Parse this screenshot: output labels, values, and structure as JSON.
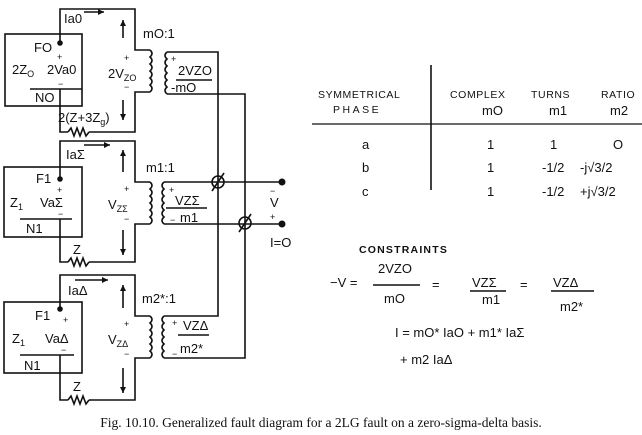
{
  "networks": [
    {
      "terminal": "FO",
      "impedance": "2Z",
      "impedance_sub": "O",
      "voltage": "2Va0",
      "neutral": "NO",
      "current": "Ia0",
      "winding_voltage": "2V",
      "winding_voltage_sub": "ZO",
      "ratio": "mO:1",
      "grounding": "2(Z+3Z",
      "grounding_sub": "g",
      "grounding_end": ")",
      "secondary_num": "2VZO",
      "secondary_den": "-mO"
    },
    {
      "terminal": "F1",
      "impedance": "Z",
      "impedance_sub": "1",
      "voltage": "VaΣ",
      "neutral": "N1",
      "current": "IaΣ",
      "winding_voltage": "V",
      "winding_voltage_sub": "ZΣ",
      "ratio": "m1:1",
      "grounding": "Z",
      "secondary_num": "VZΣ",
      "secondary_den": "m1"
    },
    {
      "terminal": "F1",
      "impedance": "Z",
      "impedance_sub": "1",
      "voltage": "VaΔ",
      "neutral": "N1",
      "current": "IaΔ",
      "winding_voltage": "V",
      "winding_voltage_sub": "ZΔ",
      "ratio": "m2*:1",
      "grounding": "Z",
      "secondary_num": "VZΔ",
      "secondary_den": "m2*"
    }
  ],
  "terminals": {
    "voltage": "V",
    "current": "I=O"
  },
  "table": {
    "headers": {
      "col1_line1": "SYMMETRICAL",
      "col1_line2": "PHASE",
      "complex": "COMPLEX",
      "turns": "TURNS",
      "ratio": "RATIO",
      "m0": "mO",
      "m1": "m1",
      "m2": "m2"
    },
    "rows": [
      {
        "phase": "a",
        "m0": "1",
        "m1": "1",
        "m2": "O"
      },
      {
        "phase": "b",
        "m0": "1",
        "m1": "-1/2",
        "m2": "-j√3/2"
      },
      {
        "phase": "c",
        "m0": "1",
        "m1": "-1/2",
        "m2": "+j√3/2"
      }
    ]
  },
  "constraints": {
    "title": "CONSTRAINTS",
    "lhs": "−V =",
    "f1_num": "2VZO",
    "f1_den": "mO",
    "eq": "=",
    "f2_num": "VZΣ",
    "f2_den": "m1",
    "f3_num": "VZΔ",
    "f3_den": "m2*",
    "current_line1": "I = mO* IaO + m1* IaΣ",
    "current_line2": "+ m2 IaΔ"
  },
  "caption": "Fig. 10.10.   Generalized fault diagram for a 2LG fault on a zero-sigma-delta basis."
}
